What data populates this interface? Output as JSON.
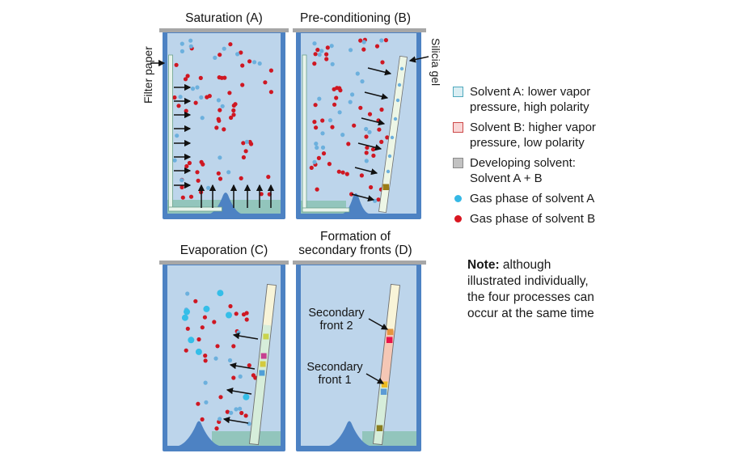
{
  "panels": {
    "a": {
      "title": "Saturation (A)",
      "filter_paper_label": "Filter paper"
    },
    "b": {
      "title": "Pre-conditioning (B)",
      "silica_label": "Silicia gel"
    },
    "c": {
      "title": "Evaporation (C)"
    },
    "d": {
      "title": "Formation of\nsecondary fronts (D)",
      "front2_label": "Secondary\nfront 2",
      "front1_label": "Secondary\nfront 1"
    }
  },
  "legend": {
    "items": [
      {
        "swatch": "square",
        "style": "background:#daeef3;border-color:#4fa9bd",
        "label": "Solvent A: lower vapor\npressure, high polarity"
      },
      {
        "swatch": "square",
        "style": "background:#f9d6d6;border-color:#cc4848",
        "label": "Solvent B: higher vapor\npressure, low polarity"
      },
      {
        "swatch": "square",
        "style": "background:#c2c2c2;border-color:#8a8a8a",
        "label": "Developing solvent:\nSolvent A + B"
      },
      {
        "swatch": "dot",
        "style": "background:#35b8e5",
        "label": "Gas phase of solvent A"
      },
      {
        "swatch": "dot",
        "style": "background:#d91620",
        "label": "Gas phase of solvent B"
      }
    ]
  },
  "note": {
    "label": "Note:",
    "rest": " although\nillustrated individually,\nthe four processes can\noccur at the same time"
  },
  "colors": {
    "wall": "#4d82c3",
    "interior": "#bdd5eb",
    "lid": "#a7a7a7",
    "pool": "#92c5bc",
    "gas_a": "#6cb0dd",
    "gas_a_bright": "#35bee8",
    "gas_b": "#cf1722",
    "filter_paper": "#e8f4ec",
    "plate_preconditioned": "#edf6e6",
    "plate_dry": "#f8f4d8",
    "plate_solvent_a": "#d6edda",
    "plate_solvent_b": "#f5c7b5",
    "spot_brown": "#9b7c16",
    "spot_yellow_green": "#c9d44c",
    "spot_magenta": "#c63f90",
    "spot_yellow": "#d3ca3e",
    "spot_blue": "#4f9fd7",
    "spot_orange": "#e5953f",
    "spot_crimson": "#e8124a",
    "spot_gold": "#edba22",
    "spot_olive": "#8b7d20"
  },
  "scatter": {
    "a": {
      "seed": 7,
      "red": 56,
      "blue": 23,
      "region": [
        215,
        50,
        126,
        196
      ]
    },
    "b": {
      "seed": 13,
      "red": 52,
      "blue": 25,
      "region": [
        380,
        48,
        100,
        210
      ]
    },
    "c": {
      "seed": 21,
      "red": 29,
      "blue": 21,
      "region": [
        228,
        362,
        88,
        168
      ],
      "big_dots": true
    }
  }
}
